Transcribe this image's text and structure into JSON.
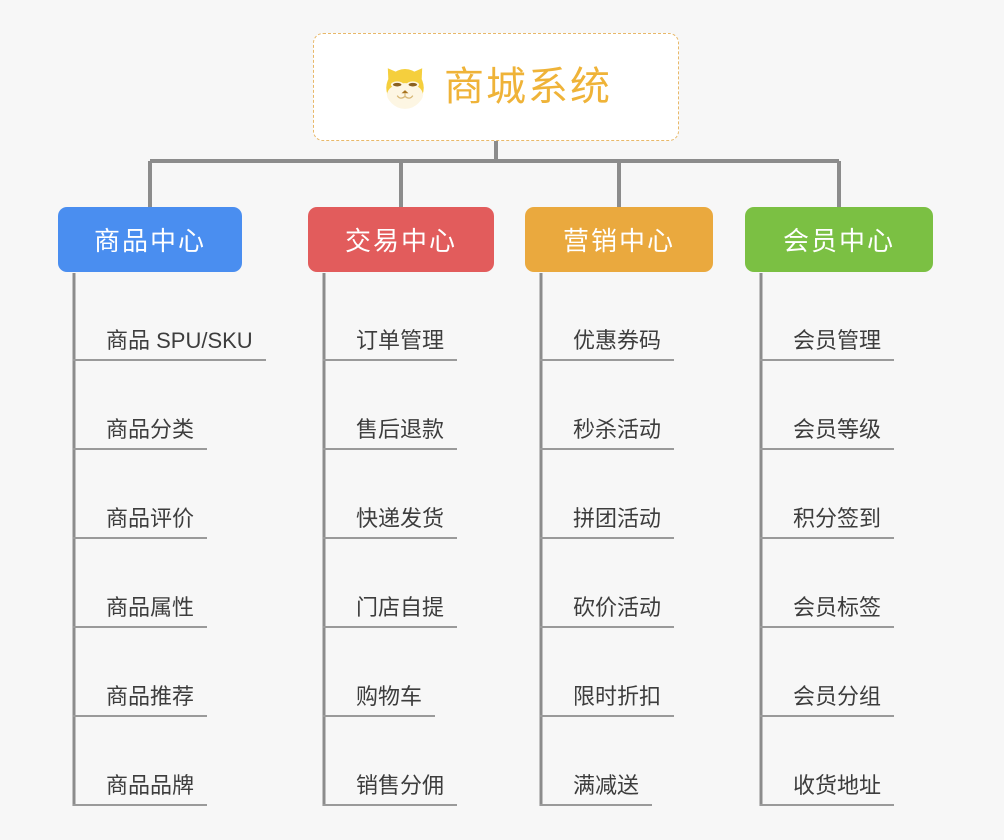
{
  "page": {
    "background_color": "#f7f7f7",
    "connector_color": "#8c8c8c",
    "leaf_underline_color": "#9a9a9a",
    "leaf_text_color": "#3d3d3d"
  },
  "root": {
    "title": "商城系统",
    "icon": "shiba-dog-face-icon",
    "text_color": "#efb338",
    "border_color": "#e8b869",
    "background_color": "#ffffff"
  },
  "branches": [
    {
      "label": "商品中心",
      "color": "#4a8ef0",
      "items": [
        "商品 SPU/SKU",
        "商品分类",
        "商品评价",
        "商品属性",
        "商品推荐",
        "商品品牌"
      ]
    },
    {
      "label": "交易中心",
      "color": "#e25c5c",
      "items": [
        "订单管理",
        "售后退款",
        "快递发货",
        "门店自提",
        "购物车",
        "销售分佣"
      ]
    },
    {
      "label": "营销中心",
      "color": "#eaa93e",
      "items": [
        "优惠券码",
        "秒杀活动",
        "拼团活动",
        "砍价活动",
        "限时折扣",
        "满减送"
      ]
    },
    {
      "label": "会员中心",
      "color": "#7bc043",
      "items": [
        "会员管理",
        "会员等级",
        "积分签到",
        "会员标签",
        "会员分组",
        "收货地址"
      ]
    }
  ]
}
